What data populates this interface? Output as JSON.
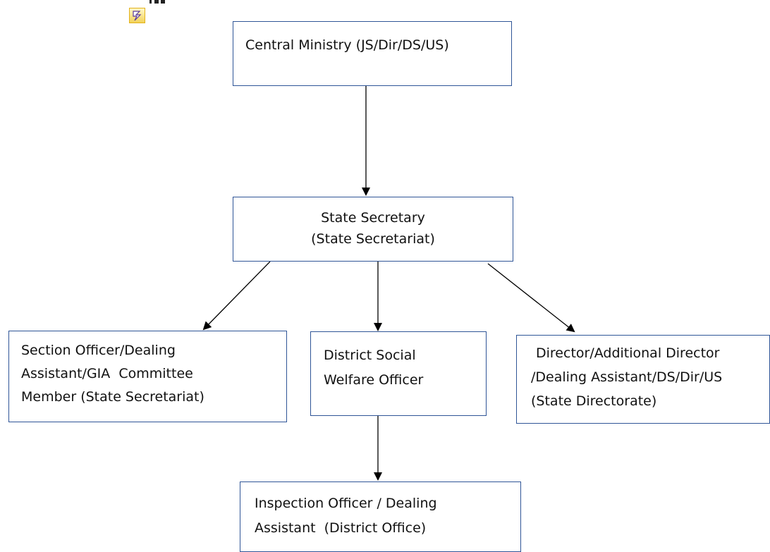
{
  "diagram": {
    "type": "organization-hierarchy",
    "nodes": {
      "central": {
        "lines": [
          "Central Ministry (JS/Dir/DS/US)"
        ]
      },
      "state": {
        "lines": [
          "State Secretary",
          "(State Secretariat)"
        ]
      },
      "section": {
        "lines": [
          "Section Officer/Dealing",
          "Assistant/GIA  Committee",
          "Member (State Secretariat)"
        ]
      },
      "dswo": {
        "lines": [
          "District Social",
          "Welfare Officer"
        ]
      },
      "director": {
        "lines": [
          "Director/Additional Director",
          "/Dealing Assistant/DS/Dir/US",
          "(State Directorate)"
        ]
      },
      "inspect": {
        "lines": [
          "Inspection Officer / Dealing",
          "Assistant  (District Office)"
        ]
      }
    },
    "edges": [
      {
        "from": "central",
        "to": "state"
      },
      {
        "from": "state",
        "to": "section"
      },
      {
        "from": "state",
        "to": "dswo"
      },
      {
        "from": "state",
        "to": "director"
      },
      {
        "from": "dswo",
        "to": "inspect"
      }
    ],
    "colors": {
      "box_border": "#2f5597",
      "arrow": "#000000",
      "text": "#111111"
    },
    "icons": [
      "embedded-object-icon"
    ]
  }
}
